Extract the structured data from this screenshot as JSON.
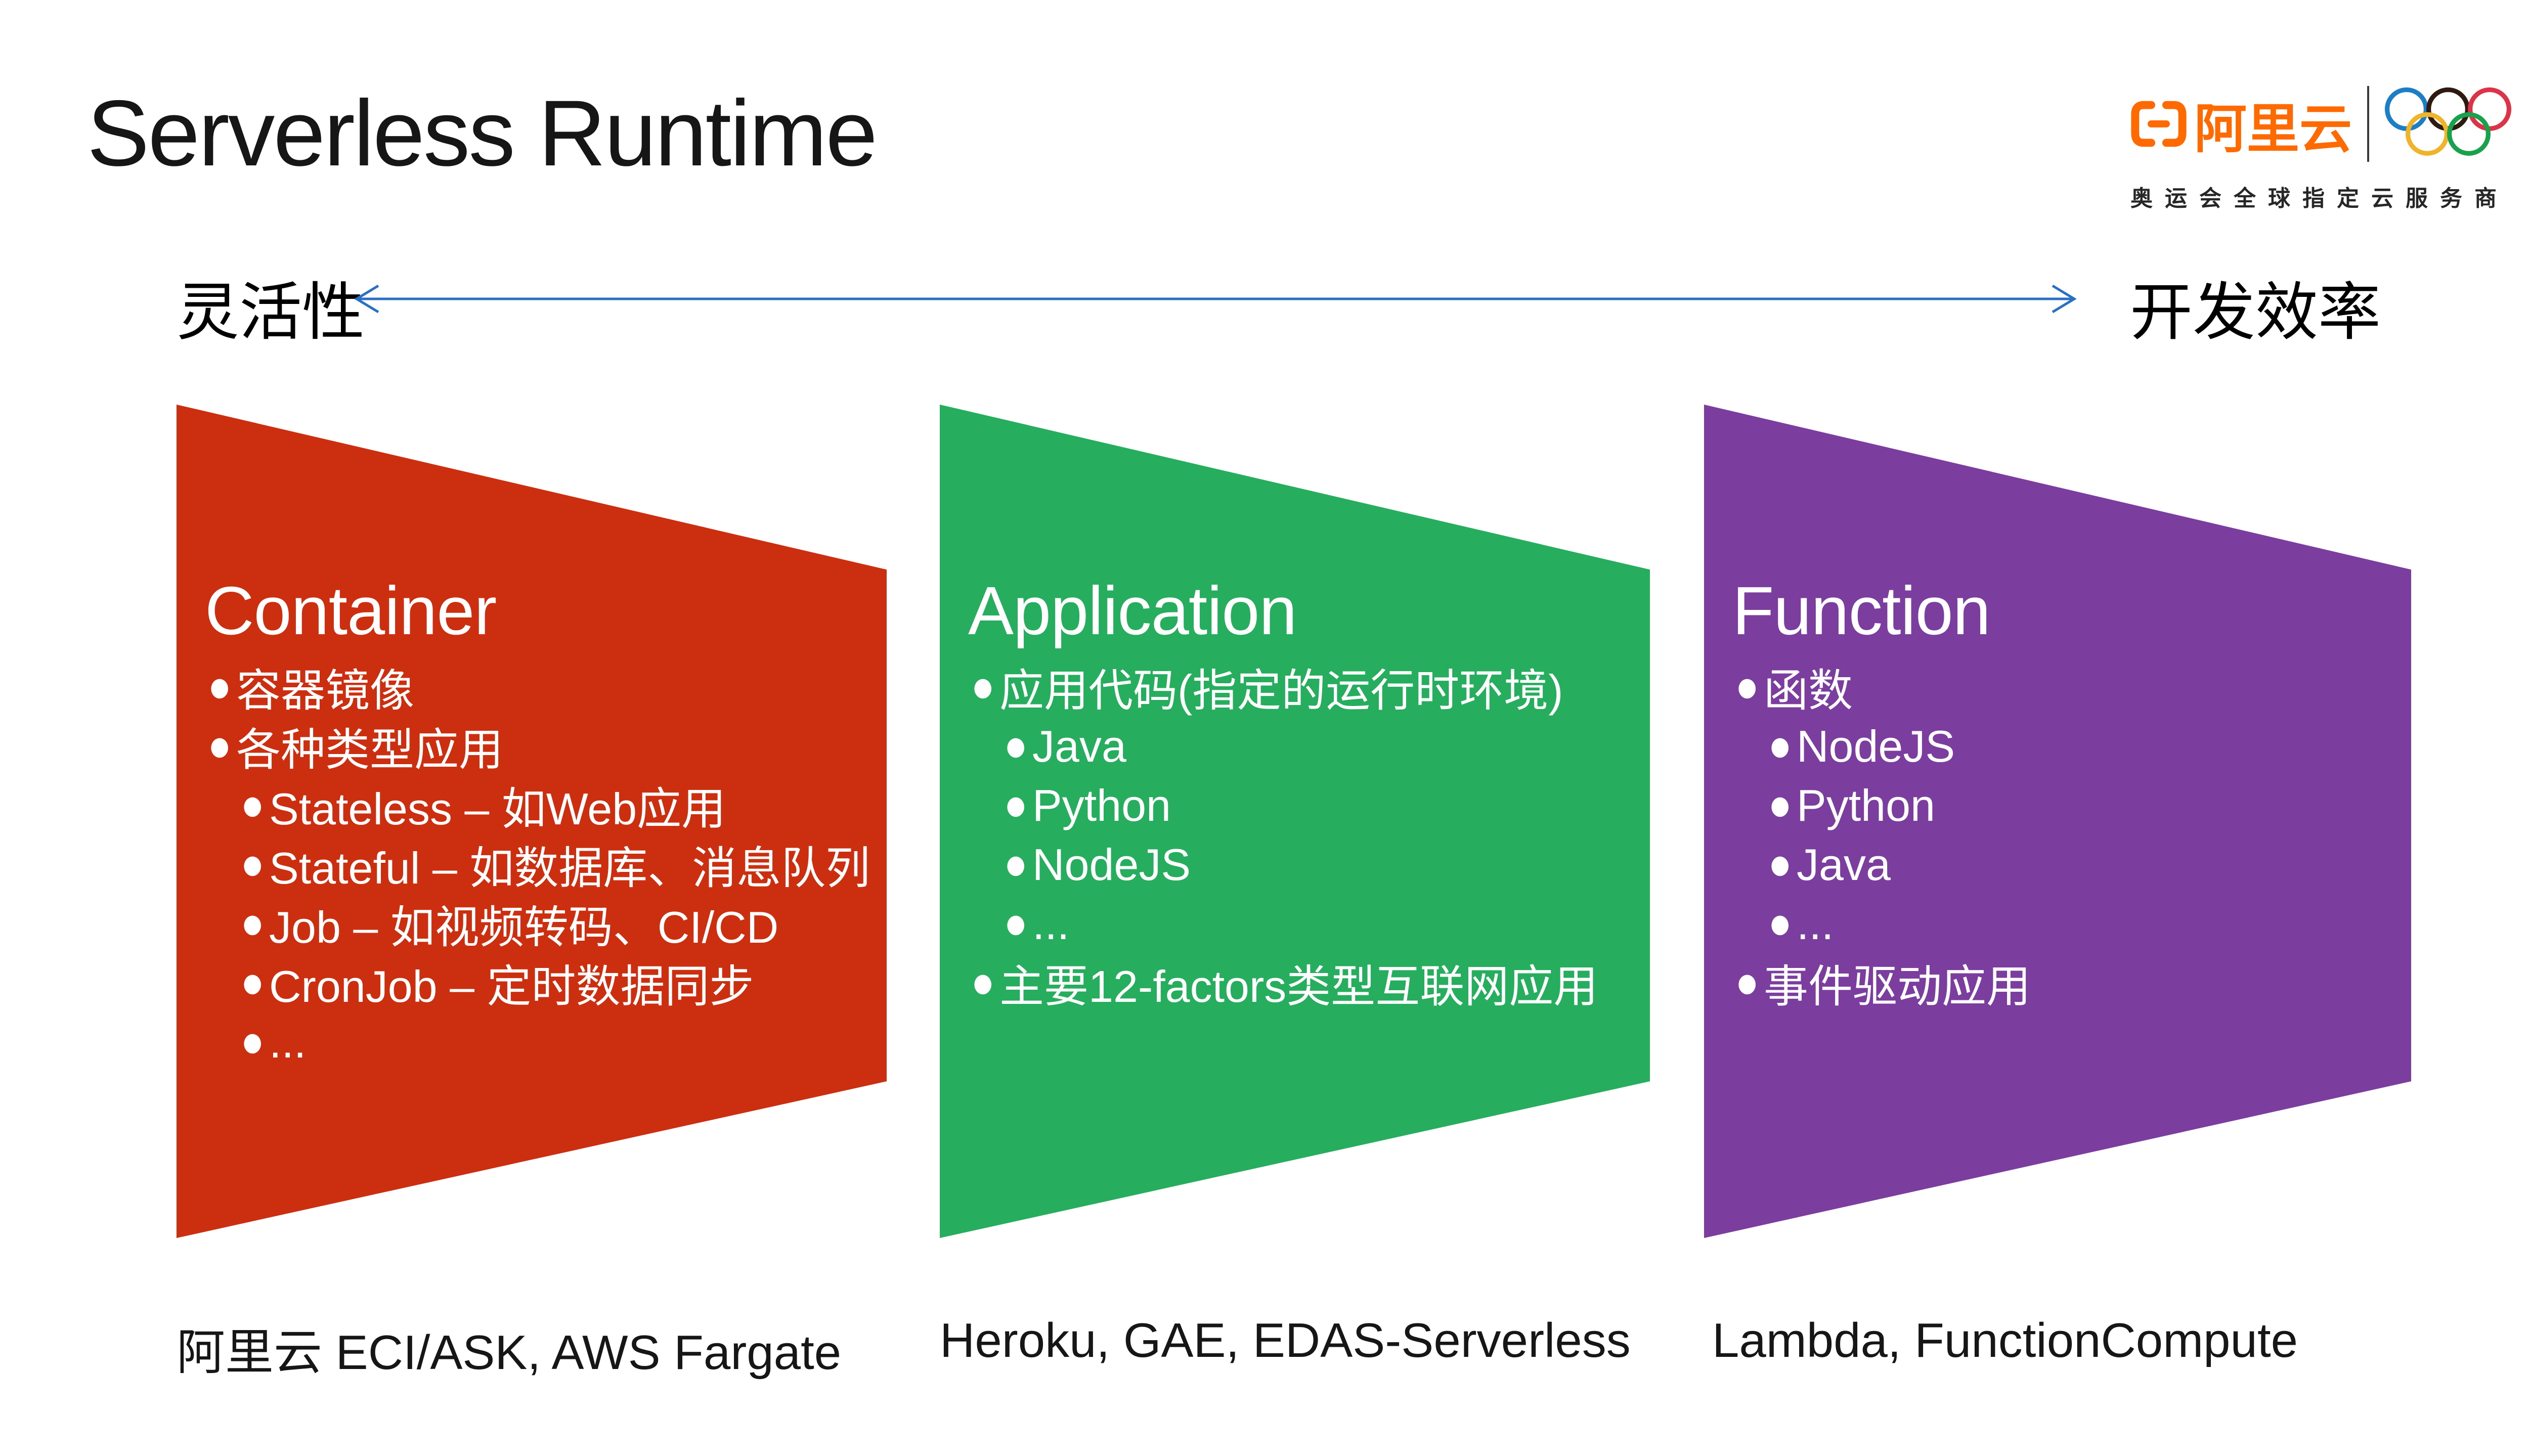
{
  "slide": {
    "title": "Serverless Runtime",
    "header": {
      "brand_name": "阿里云",
      "brand_color": "#ff6a00",
      "tagline": "奥运会全球指定云服务商",
      "divider_color": "#3a3a3a",
      "ring_colors": [
        "#1c7fc6",
        "#2e1a10",
        "#dd3348",
        "#efb429",
        "#19a14b"
      ],
      "icons": {
        "brand": "alibaba-cloud-logo-icon",
        "rings": "olympic-rings-icon"
      }
    },
    "axis": {
      "left_label": "灵活性",
      "right_label": "开发效率",
      "arrow_color": "#2a70c2",
      "icon": "double-arrow-icon"
    },
    "columns": [
      {
        "heading": "Container",
        "color": "#cb2f10",
        "bullets": [
          {
            "level": 1,
            "text": "容器镜像"
          },
          {
            "level": 1,
            "text": "各种类型应用"
          },
          {
            "level": 2,
            "text": "Stateless – 如Web应用"
          },
          {
            "level": 2,
            "text": "Stateful – 如数据库、消息队列"
          },
          {
            "level": 2,
            "text": "Job – 如视频转码、CI/CD"
          },
          {
            "level": 2,
            "text": "CronJob – 定时数据同步"
          },
          {
            "level": 2,
            "text": "..."
          }
        ],
        "caption": "阿里云 ECI/ASK, AWS Fargate"
      },
      {
        "heading": "Application",
        "color": "#26ad5e",
        "bullets": [
          {
            "level": 1,
            "text": "应用代码(指定的运行时环境)"
          },
          {
            "level": 2,
            "text": "Java"
          },
          {
            "level": 2,
            "text": "Python"
          },
          {
            "level": 2,
            "text": "NodeJS"
          },
          {
            "level": 2,
            "text": "..."
          },
          {
            "level": 1,
            "text": "主要12-factors类型互联网应用"
          }
        ],
        "caption": "Heroku, GAE, EDAS-Serverless"
      },
      {
        "heading": "Function",
        "color": "#7b3e9f",
        "bullets": [
          {
            "level": 1,
            "text": "函数"
          },
          {
            "level": 2,
            "text": "NodeJS"
          },
          {
            "level": 2,
            "text": "Python"
          },
          {
            "level": 2,
            "text": "Java"
          },
          {
            "level": 2,
            "text": "..."
          },
          {
            "level": 1,
            "text": "事件驱动应用"
          }
        ],
        "caption": "Lambda, FunctionCompute"
      }
    ]
  }
}
